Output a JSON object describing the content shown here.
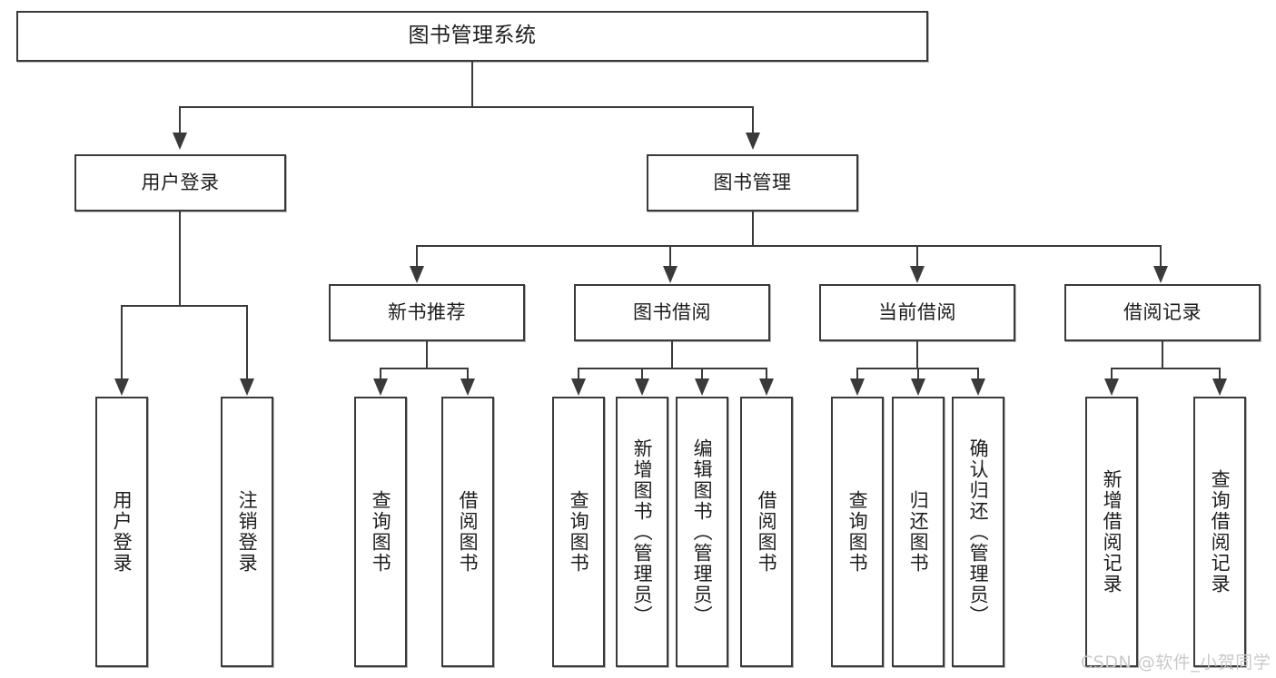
{
  "diagram": {
    "type": "tree",
    "title": "图书管理系统",
    "watermark": "CSDN @软件_小贺同学",
    "levels": {
      "root": {
        "label": "图书管理系统"
      },
      "level2": [
        {
          "id": "user-login",
          "label": "用户登录"
        },
        {
          "id": "book-manage",
          "label": "图书管理"
        }
      ],
      "level3": [
        {
          "id": "new-book-recommend",
          "label": "新书推荐"
        },
        {
          "id": "book-borrow",
          "label": "图书借阅"
        },
        {
          "id": "current-borrow",
          "label": "当前借阅"
        },
        {
          "id": "borrow-record",
          "label": "借阅记录"
        }
      ],
      "leaves": {
        "user_login": [
          {
            "id": "leaf-user-login",
            "label": "用户登录"
          },
          {
            "id": "leaf-logout-login",
            "label": "注销登录"
          }
        ],
        "new_book_recommend": [
          {
            "id": "leaf-query-book-1",
            "label": "查询图书"
          },
          {
            "id": "leaf-borrow-book-1",
            "label": "借阅图书"
          }
        ],
        "book_borrow": [
          {
            "id": "leaf-query-book-2",
            "label": "查询图书"
          },
          {
            "id": "leaf-add-book",
            "label": "新增图书（管理员）"
          },
          {
            "id": "leaf-edit-book",
            "label": "编辑图书（管理员）"
          },
          {
            "id": "leaf-borrow-book-2",
            "label": "借阅图书"
          }
        ],
        "current_borrow": [
          {
            "id": "leaf-query-book-3",
            "label": "查询图书"
          },
          {
            "id": "leaf-return-book",
            "label": "归还图书"
          },
          {
            "id": "leaf-confirm-return",
            "label": "确认归还（管理员）"
          }
        ],
        "borrow_record": [
          {
            "id": "leaf-add-borrow-record",
            "label": "新增借阅记录"
          },
          {
            "id": "leaf-query-borrow-record",
            "label": "查询借阅记录"
          }
        ]
      }
    },
    "colors": {
      "border": "#3a3a3a",
      "fill": "#ffffff",
      "text": "#1d1d1d",
      "watermark": "#c9c9c9"
    }
  }
}
